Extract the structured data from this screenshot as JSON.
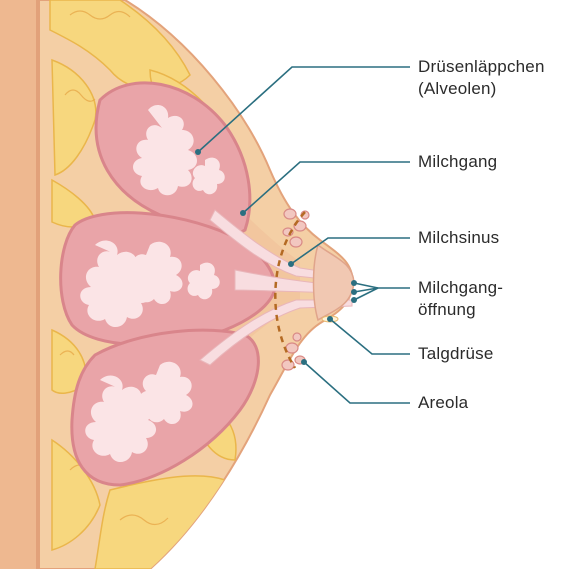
{
  "labels": {
    "druesenlaeppchen": {
      "line1": "Drüsenläppchen",
      "line2": "(Alveolen)"
    },
    "milchgang": {
      "line1": "Milchgang"
    },
    "milchsinus": {
      "line1": "Milchsinus"
    },
    "milchgang_oeffnung": {
      "line1": "Milchgang-",
      "line2": "öffnung"
    },
    "talgdruese": {
      "line1": "Talgdrüse"
    },
    "areola": {
      "line1": "Areola"
    }
  },
  "colors": {
    "background_tissue": "#f4cfa5",
    "outer_skin": "#f1c6a4",
    "chest_wall": "#eeb890",
    "fat_yellow": "#f7d77e",
    "fat_outline": "#eab64b",
    "lobule_fill": "#e9a4a8",
    "lobule_edge": "#d9858b",
    "lobule_inner": "#fbe4e6",
    "duct_fill": "#f8dde0",
    "areola_line": "#b46a23",
    "leader_line": "#2b6f80",
    "label_text": "#2b2b2b"
  }
}
